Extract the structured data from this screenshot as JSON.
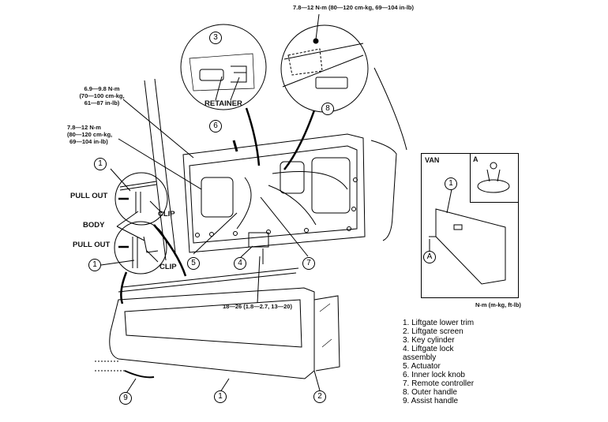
{
  "diagram": {
    "title_torque_top": "7.8—12 N-m (80—120 cm-kg, 69—104 in-lb)",
    "torque_upper_left": [
      "6.9—9.8 N-m",
      "(70—100 cm-kg,",
      "61—87 in-lb)"
    ],
    "torque_mid_left": [
      "7.8—12 N-m",
      "(80—120 cm-kg,",
      "69—104 in-lb)"
    ],
    "torque_bottom": "18—26 (1.8—2.7, 13—20)",
    "units_note": "N-m (m-kg, ft-lb)",
    "labels": {
      "retainer": "RETAINER",
      "pull_out_1": "PULL OUT",
      "pull_out_2": "PULL OUT",
      "clip_1": "CLIP",
      "clip_2": "CLIP",
      "body": "BODY",
      "van": "VAN",
      "detail_a": "A",
      "callout_a": "A"
    },
    "callouts": {
      "c1a": "1",
      "c1b": "1",
      "c1c": "1",
      "c1van": "1",
      "c2": "2",
      "c3": "3",
      "c4": "4",
      "c5": "5",
      "c6": "6",
      "c7": "7",
      "c8": "8",
      "c9": "9"
    },
    "legend": [
      "1. Liftgate lower trim",
      "2. Liftgate screen",
      "3. Key cylinder",
      "4. Liftgate lock",
      "assembly",
      "5. Actuator",
      "6. Inner lock knob",
      "7. Remote controller",
      "8. Outer handle",
      "9. Assist handle"
    ]
  }
}
